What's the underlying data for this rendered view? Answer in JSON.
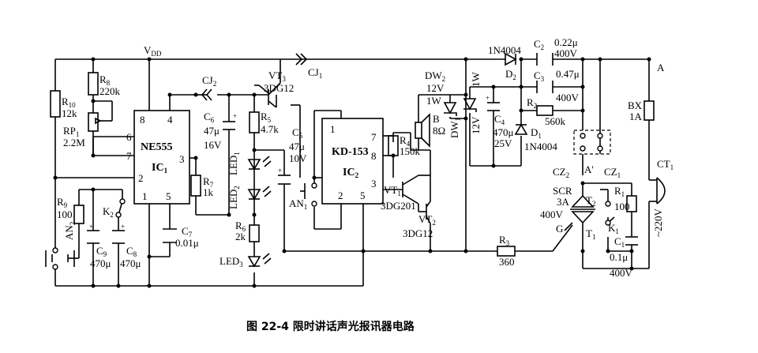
{
  "title": "图 22-4   限时讲话声光报讯器电路",
  "supply": {
    "vdd": "V",
    "vdd_sub": "DD",
    "node_a": "A",
    "node_a2": "A'",
    "mains": "~220V"
  },
  "ic1": {
    "part": "NE555",
    "name": "IC",
    "sub": "1",
    "pins": [
      "8",
      "4",
      "6",
      "7",
      "3",
      "2",
      "1",
      "5"
    ]
  },
  "ic2": {
    "part": "KD-153",
    "name": "IC",
    "sub": "2",
    "pins": [
      "1",
      "7",
      "8",
      "3",
      "2",
      "5"
    ]
  },
  "r": {
    "r10": {
      "name": "R",
      "sub": "10",
      "value": "12k"
    },
    "r8": {
      "name": "R",
      "sub": "8",
      "value": "220k"
    },
    "rp1": {
      "name": "RP",
      "sub": "1",
      "value": "2.2M"
    },
    "r9": {
      "name": "R",
      "sub": "9",
      "value": "100"
    },
    "r7": {
      "name": "R",
      "sub": "7",
      "value": "1k"
    },
    "r5": {
      "name": "R",
      "sub": "5",
      "value": "4.7k"
    },
    "r6": {
      "name": "R",
      "sub": "6",
      "value": "2k"
    },
    "r4": {
      "name": "R",
      "sub": "4",
      "value": "150k"
    },
    "r3": {
      "name": "R",
      "sub": "3",
      "value": "360"
    },
    "r2": {
      "name": "R",
      "sub": "2",
      "value": "560k"
    },
    "r1": {
      "name": "R",
      "sub": "1",
      "value": "100"
    }
  },
  "c": {
    "c9": {
      "name": "C",
      "sub": "9",
      "value": "470μ"
    },
    "c8": {
      "name": "C",
      "sub": "8",
      "value": "470μ"
    },
    "c7": {
      "name": "C",
      "sub": "7",
      "value": "0.01μ"
    },
    "c6": {
      "name": "C",
      "sub": "6",
      "value": "47μ",
      "v": "16V"
    },
    "c5": {
      "name": "C",
      "sub": "5",
      "value": "47μ",
      "v": "10V"
    },
    "c4": {
      "name": "C",
      "sub": "4",
      "value": "470μ",
      "v": "25V"
    },
    "c2": {
      "name": "C",
      "sub": "2",
      "value": "0.22μ",
      "v": "400V"
    },
    "c3": {
      "name": "C",
      "sub": "3",
      "value": "0.47μ",
      "v": "400V"
    },
    "c1": {
      "name": "C",
      "sub": "1",
      "value": "0.1μ",
      "v": "400V"
    }
  },
  "semis": {
    "vt3": {
      "name": "VT",
      "sub": "3",
      "part": "3DG12"
    },
    "vt1": {
      "name": "VT",
      "sub": "1",
      "part": "3DG201"
    },
    "vt2": {
      "name": "VT",
      "sub": "2",
      "part": "3DG12"
    },
    "dw2": {
      "name": "DW",
      "sub": "2",
      "v": "12V",
      "p": "1W"
    },
    "dw1": {
      "name": "DW",
      "sub": "1",
      "v": "12V",
      "p": "1W"
    },
    "d2": {
      "name": "D",
      "sub": "2",
      "part": "1N4004"
    },
    "d1": {
      "name": "D",
      "sub": "1",
      "part": "1N4004"
    },
    "scr": {
      "name": "SCR",
      "i": "3A",
      "v": "400V",
      "g": "G",
      "t2": "T",
      "t2s": "2",
      "t1": "T",
      "t1s": "1"
    },
    "led1": {
      "name": "LED",
      "sub": "1"
    },
    "led2": {
      "name": "LED",
      "sub": "2"
    },
    "led3": {
      "name": "LED",
      "sub": "3"
    }
  },
  "misc": {
    "cj2": {
      "name": "CJ",
      "sub": "2"
    },
    "cj1": {
      "name": "CJ",
      "sub": "1"
    },
    "cz2": {
      "name": "CZ",
      "sub": "2"
    },
    "cz1": {
      "name": "CZ",
      "sub": "1"
    },
    "ct1": {
      "name": "CT",
      "sub": "1"
    },
    "bx": {
      "name": "BX",
      "sub": "1A"
    },
    "b": {
      "name": "B",
      "value": "8Ω"
    },
    "an1": {
      "name": "AN",
      "sub": "1"
    },
    "an2": {
      "name": "AN",
      "sub": "2"
    },
    "k1": {
      "name": "K",
      "sub": "1"
    },
    "k2": {
      "name": "K",
      "sub": "2"
    }
  }
}
